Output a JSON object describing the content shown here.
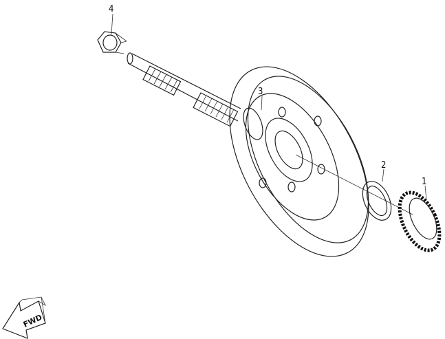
{
  "diagram": {
    "callouts": [
      {
        "number": "1",
        "part": "bearing"
      },
      {
        "number": "2",
        "part": "washer"
      },
      {
        "number": "3",
        "part": "shaft-drum-assembly"
      },
      {
        "number": "4",
        "part": "nut"
      }
    ],
    "direction_arrow": {
      "label": "FWD"
    }
  }
}
